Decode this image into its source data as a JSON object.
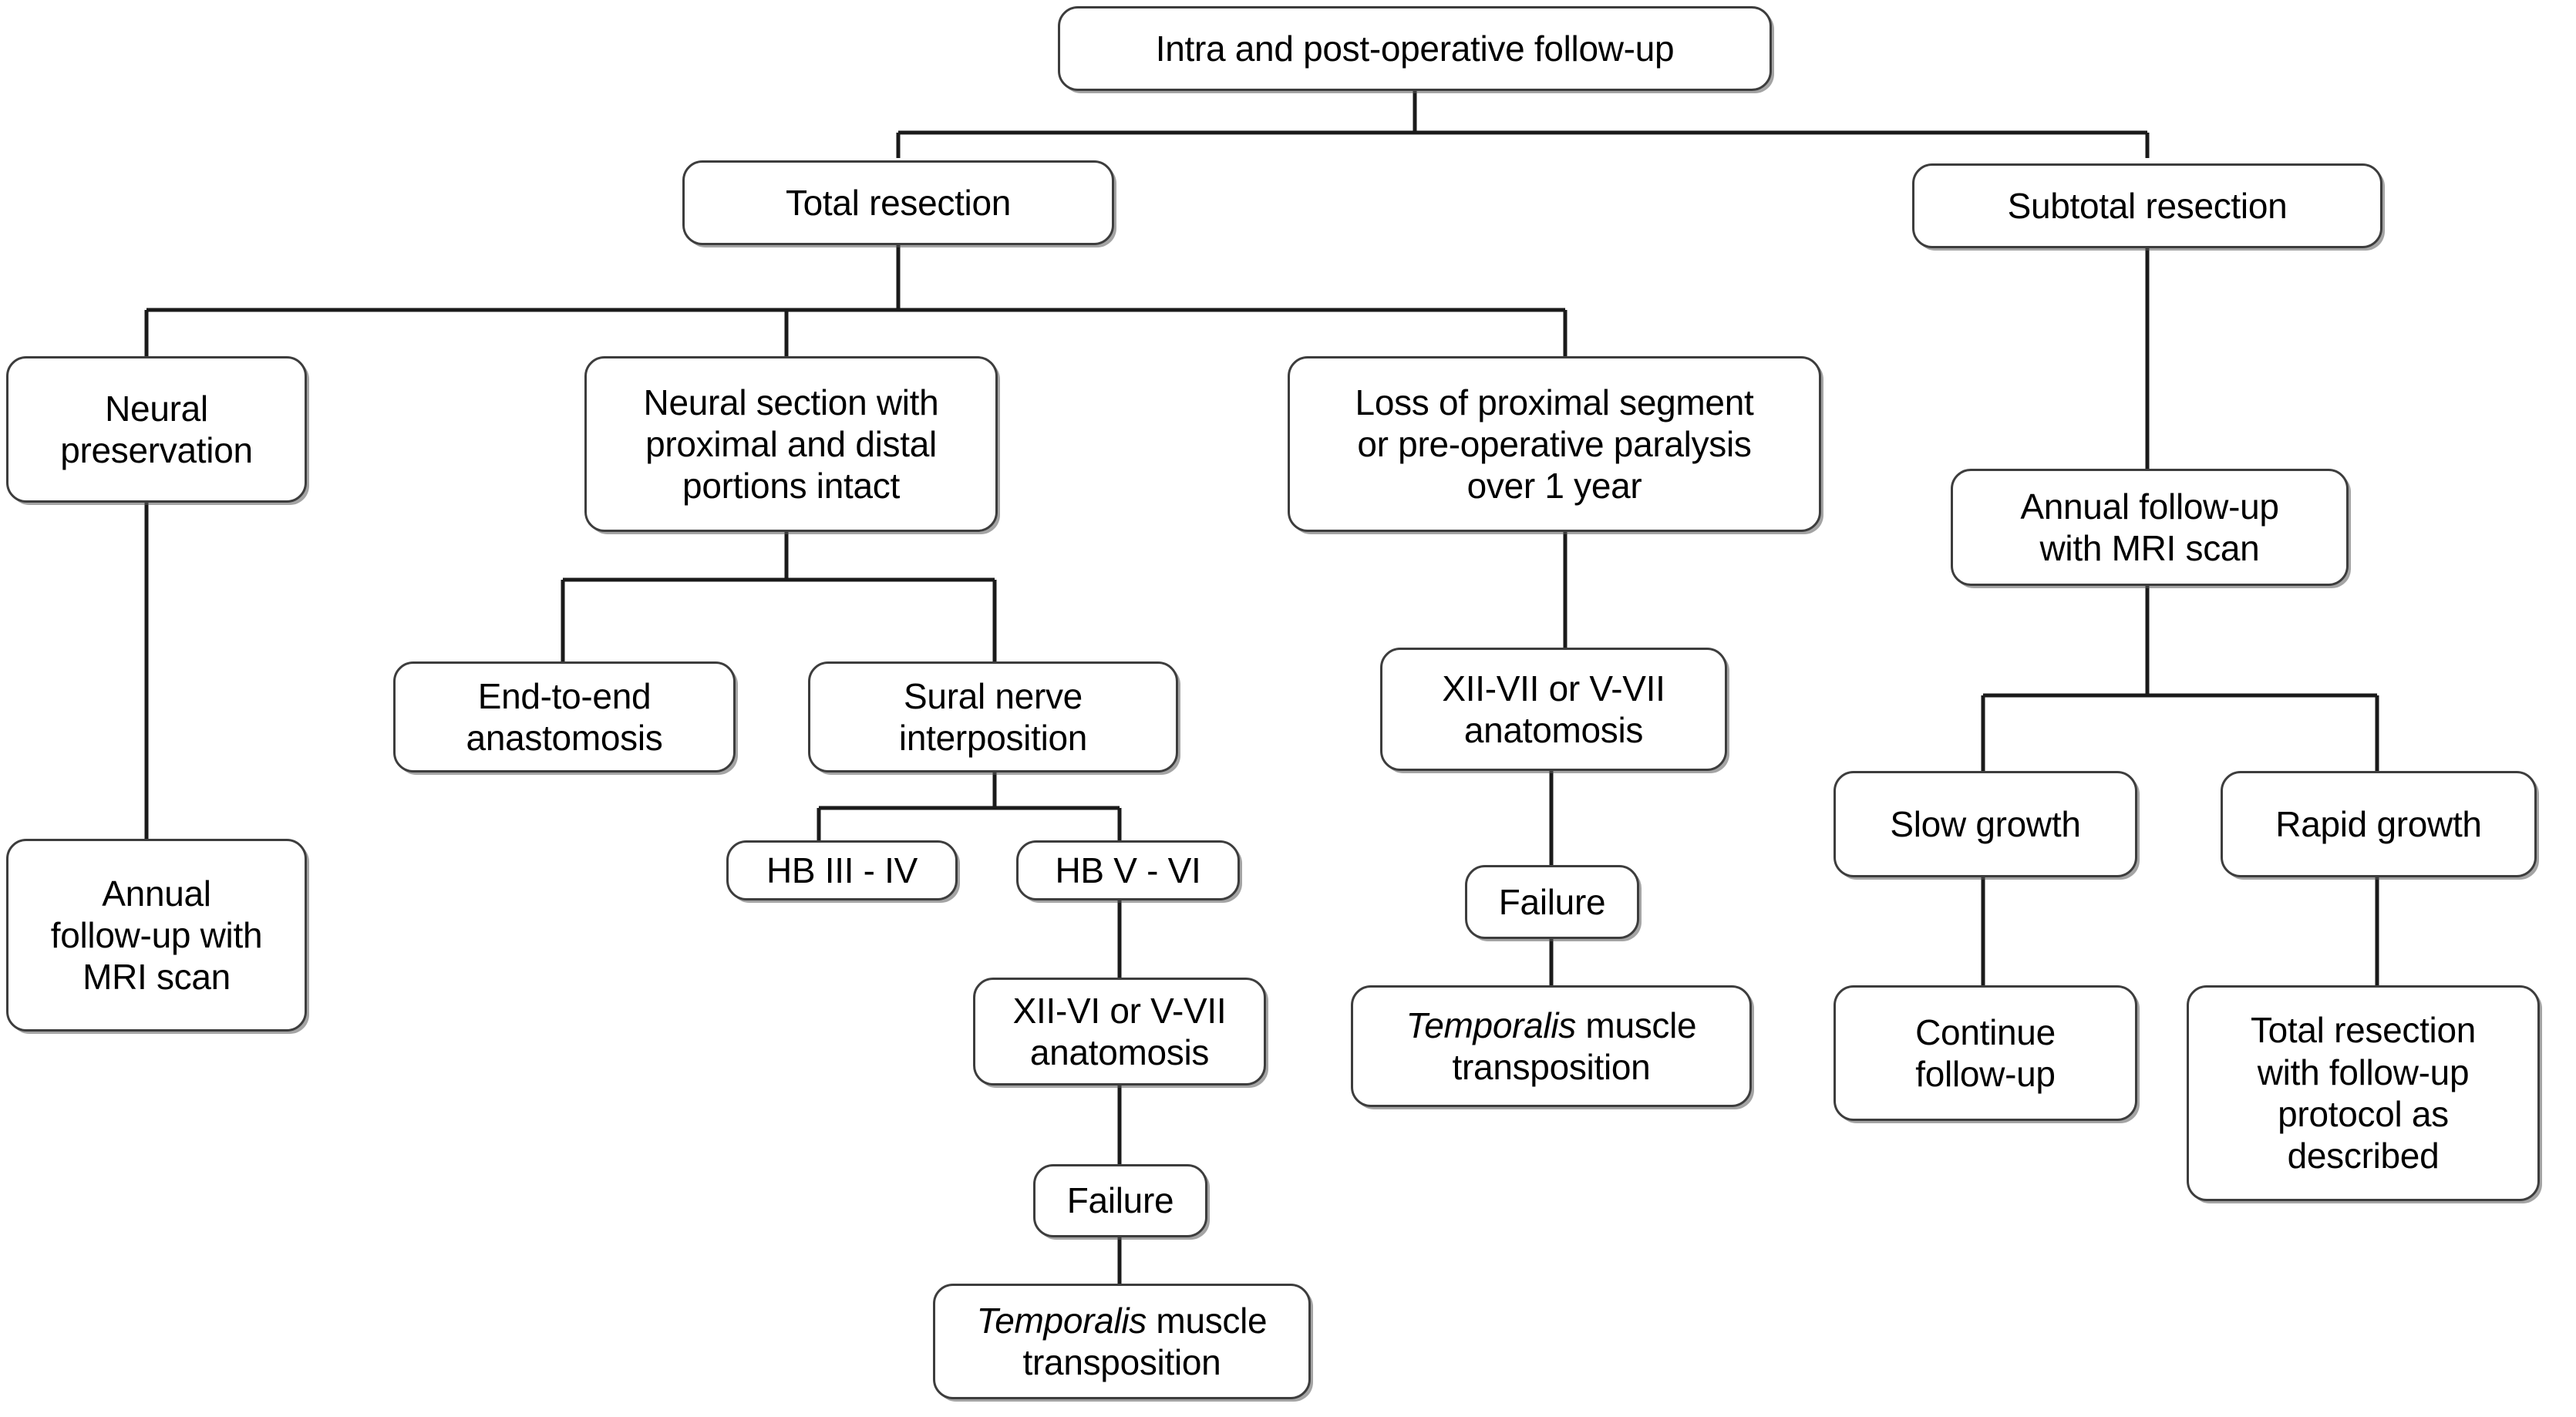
{
  "diagram": {
    "title": "Intra and post-operative follow-up",
    "type": "flowchart",
    "orientation": "top-down",
    "background_color": "#ffffff",
    "node_border_color": "#3d3d3d",
    "node_fill_color": "#ffffff",
    "edge_color": "#1a1a1a",
    "text_color": "#000000"
  },
  "nodes": {
    "root": {
      "text": "Intra and post-operative follow-up"
    },
    "total_resection": {
      "text": "Total resection"
    },
    "subtotal_resection": {
      "text": "Subtotal resection"
    },
    "neural_preservation": {
      "text": "Neural\npreservation"
    },
    "neural_section": {
      "text": "Neural section with\nproximal and distal\nportions intact"
    },
    "loss_proximal": {
      "text": "Loss of proximal segment\nor pre-operative paralysis\nover 1 year"
    },
    "annual_followup_left": {
      "text": "Annual\nfollow-up with\nMRI scan"
    },
    "end_to_end": {
      "text": "End-to-end\nanastomosis"
    },
    "sural_nerve": {
      "text": "Sural nerve\ninterposition"
    },
    "hb_3_4": {
      "text": "HB III - IV"
    },
    "hb_5_6": {
      "text": "HB V - VI"
    },
    "xii_vi_left": {
      "text": "XII-VI or V-VII\nanatomosis"
    },
    "failure_left": {
      "text": "Failure"
    },
    "temporalis_left": {
      "text_italic": "Temporalis",
      "text_rest": " muscle\ntransposition"
    },
    "xii_vii_mid": {
      "text": "XII-VII or V-VII\nanatomosis"
    },
    "failure_mid": {
      "text": "Failure"
    },
    "temporalis_mid": {
      "text_italic": "Temporalis",
      "text_rest": " muscle\ntransposition"
    },
    "annual_followup_right": {
      "text": "Annual follow-up\nwith MRI scan"
    },
    "slow_growth": {
      "text": "Slow growth"
    },
    "rapid_growth": {
      "text": "Rapid growth"
    },
    "continue_followup": {
      "text": "Continue\nfollow-up"
    },
    "total_resection_protocol": {
      "text": "Total resection\nwith follow-up\nprotocol as\ndescribed"
    }
  },
  "edges": [
    {
      "from": "root",
      "to": "total_resection"
    },
    {
      "from": "root",
      "to": "subtotal_resection"
    },
    {
      "from": "total_resection",
      "to": "neural_preservation"
    },
    {
      "from": "total_resection",
      "to": "neural_section"
    },
    {
      "from": "total_resection",
      "to": "loss_proximal"
    },
    {
      "from": "neural_preservation",
      "to": "annual_followup_left"
    },
    {
      "from": "neural_section",
      "to": "end_to_end"
    },
    {
      "from": "neural_section",
      "to": "sural_nerve"
    },
    {
      "from": "sural_nerve",
      "to": "hb_3_4"
    },
    {
      "from": "sural_nerve",
      "to": "hb_5_6"
    },
    {
      "from": "hb_5_6",
      "to": "xii_vi_left"
    },
    {
      "from": "xii_vi_left",
      "to": "failure_left"
    },
    {
      "from": "failure_left",
      "to": "temporalis_left"
    },
    {
      "from": "loss_proximal",
      "to": "xii_vii_mid"
    },
    {
      "from": "xii_vii_mid",
      "to": "failure_mid"
    },
    {
      "from": "failure_mid",
      "to": "temporalis_mid"
    },
    {
      "from": "subtotal_resection",
      "to": "annual_followup_right"
    },
    {
      "from": "annual_followup_right",
      "to": "slow_growth"
    },
    {
      "from": "annual_followup_right",
      "to": "rapid_growth"
    },
    {
      "from": "slow_growth",
      "to": "continue_followup"
    },
    {
      "from": "rapid_growth",
      "to": "total_resection_protocol"
    }
  ]
}
